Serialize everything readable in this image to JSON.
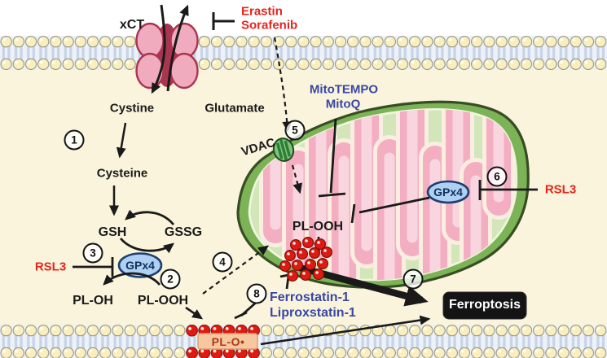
{
  "title": "Ferroptosis pathway diagram",
  "labels": {
    "xct": "xCT",
    "cystine": "Cystine",
    "glutamate": "Glutamate",
    "cysteine": "Cysteine",
    "gsh": "GSH",
    "gssg": "GSSG",
    "gpx4": "GPx4",
    "pl_oh": "PL-OH",
    "pl_ooh": "PL-OOH",
    "pl_o_radical": "PL-O•",
    "vdac": "VDAC",
    "ferroptosis": "Ferroptosis"
  },
  "inhibitors_red": {
    "erastin": "Erastin",
    "sorafenib": "Sorafenib",
    "rsl3": "RSL3"
  },
  "protectors_blue": {
    "mitotempo": "MitoTEMPO",
    "mitoq": "MitoQ",
    "ferrostatin": "Ferrostatin-1",
    "liproxstatin": "Liproxstatin-1"
  },
  "steps": [
    "1",
    "2",
    "3",
    "4",
    "5",
    "6",
    "7",
    "8"
  ],
  "colors": {
    "inhibitor_red": "#e6231c",
    "protector_blue": "#3947a5",
    "cytosol_bg": "#faf4dc",
    "membrane_head_yellow": "#f9efbe",
    "membrane_tail_blue": "#c6d4e9",
    "oxidized_lipid_red": "#dd1b10",
    "transporter_pink": "#f0abbe",
    "mito_outer_green": "#7cb356",
    "mito_matrix_green": "#d2e6ba",
    "cristae_pink": "#f3aec2",
    "gpx4_fill_blue": "#aed0f2",
    "ferroptosis_box_black": "#141414",
    "pl_o_box_peach": "#f7c79f"
  }
}
